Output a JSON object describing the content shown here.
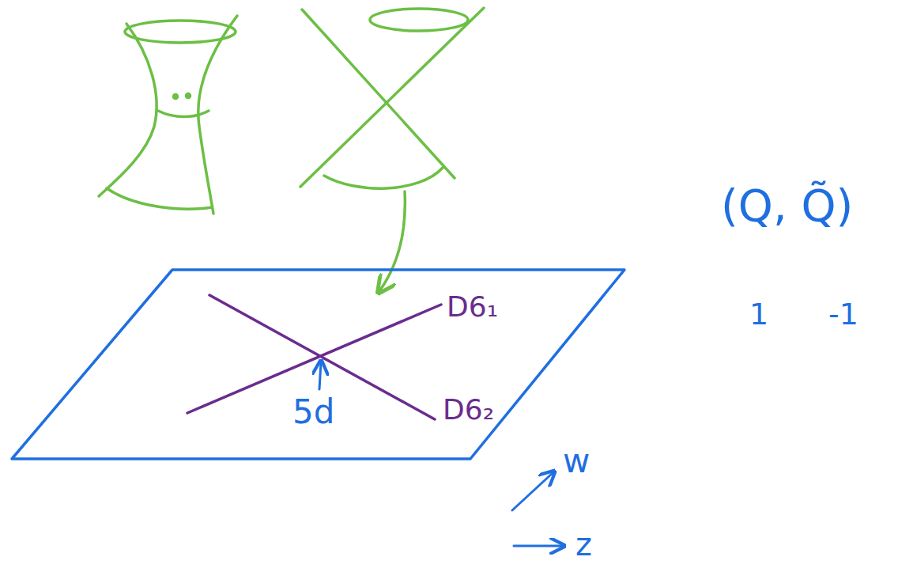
{
  "diagram": {
    "labels": [
      "D6₁",
      "D6₂",
      "5d",
      "w",
      "z",
      "(Q, Q̃)",
      "1",
      "-1"
    ]
  }
}
